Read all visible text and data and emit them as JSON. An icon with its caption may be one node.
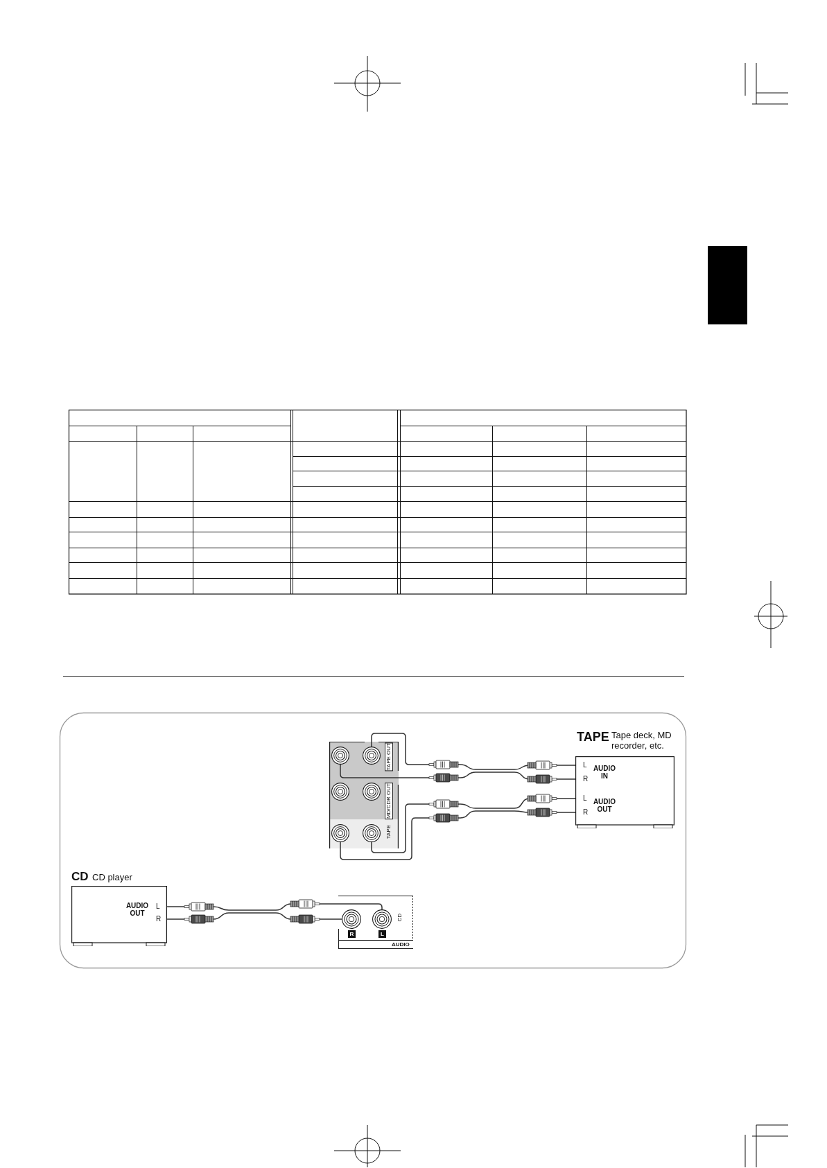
{
  "diagram": {
    "nodes": [
      {
        "text": [],
        "shape": "box"
      },
      {
        "text": [
          "TAPE OUT",
          "MD/CDR OUT",
          "TAPE"
        ]
      },
      {
        "text": [],
        "shape": "circle",
        "in": 1
      },
      {
        "text": [],
        "shape": "circle",
        "in": 1
      },
      {
        "text": [],
        "shape": "circle",
        "in": 1
      },
      {
        "text": [],
        "shape": "circle",
        "in": 1
      },
      {
        "text": [],
        "shape": "circle",
        "in": 1
      },
      {
        "text": [],
        "shape": "circle",
        "in": 1
      },
      {
        "text": [
          "TAPE",
          "Tape deck, MD recorder, etc.",
          "L",
          "R",
          "AUDIO IN",
          "L",
          "R",
          "AUDIO OUT"
        ]
      },
      {
        "text": [
          "CD",
          "CD player",
          "AUDIO OUT",
          "L",
          "R"
        ]
      },
      {
        "text": [
          "CD",
          "AUDIO"
        ]
      },
      {
        "text": [],
        "shape": "circle",
        "in": 10,
        "beside": [
          "R"
        ]
      },
      {
        "text": [],
        "shape": "circle",
        "in": 10,
        "beside": [
          "L"
        ]
      }
    ],
    "edges": [
      {
        "from": 3,
        "to": 8,
        "arrow": "none"
      },
      {
        "from": 2,
        "to": 8,
        "arrow": "none"
      },
      {
        "from": 7,
        "to": 8,
        "arrow": "none"
      },
      {
        "from": 6,
        "to": 8,
        "arrow": "none"
      },
      {
        "from": 9,
        "to": 12,
        "arrow": "none"
      },
      {
        "from": 9,
        "to": 11,
        "arrow": "none"
      }
    ]
  }
}
